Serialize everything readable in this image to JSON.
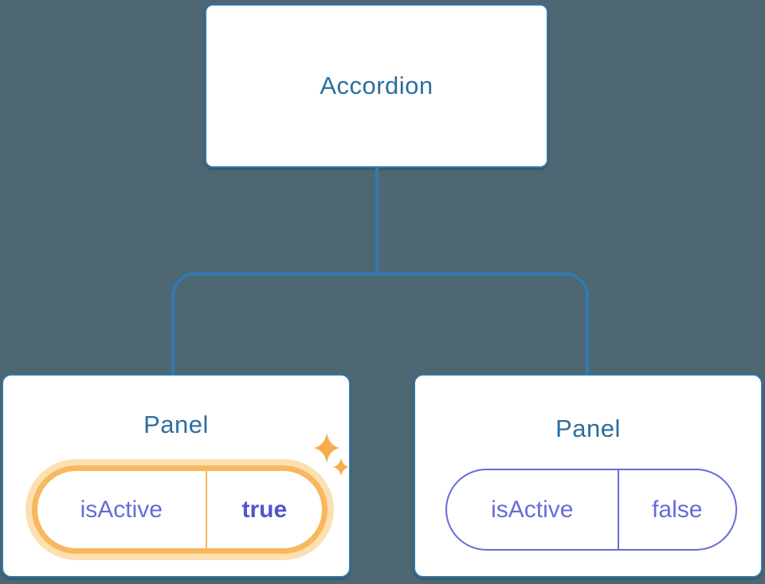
{
  "diagram": {
    "root": {
      "label": "Accordion"
    },
    "children": [
      {
        "label": "Panel",
        "highlighted": true,
        "state": {
          "key": "isActive",
          "value": "true"
        },
        "icon": "sparkles-icon"
      },
      {
        "label": "Panel",
        "highlighted": false,
        "state": {
          "key": "isActive",
          "value": "false"
        }
      }
    ]
  },
  "colors": {
    "background": "#4D6872",
    "node_background": "#FFFFFF",
    "node_border": "#3379AE",
    "node_text": "#2D6E9E",
    "state_purple": "#666CD8",
    "state_purple_bold": "#5356CB",
    "highlight_orange": "#F8B85E",
    "highlight_glow": "#FCE0B2",
    "pill_divider_orange": "#F5B563",
    "sparkle_orange": "#F6AC4E"
  }
}
